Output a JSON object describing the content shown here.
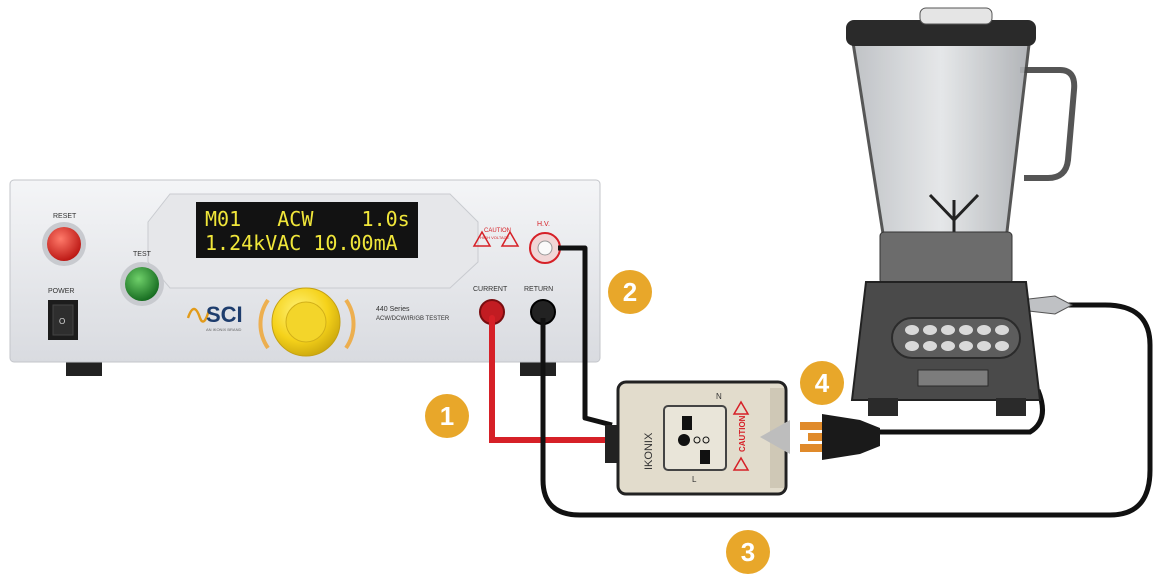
{
  "tester": {
    "display_line1": "M01   ACW    1.0s",
    "display_line2": "1.24kVAC 10.00mA",
    "reset_label": "RESET",
    "test_label": "TEST",
    "power_label": "POWER",
    "current_label": "CURRENT",
    "return_label": "RETURN",
    "hv_label": "H.V.",
    "brand": "SCI",
    "brand_sub": "AN IKONIX BRAND",
    "series": "440 Series",
    "model_desc": "ACW/DCW/IR/GB TESTER",
    "caution": "CAUTION",
    "caution_sub": "HIGH VOLTAGE"
  },
  "adapter": {
    "brand": "IKONIX",
    "caution": "CAUTION",
    "n_label": "N",
    "l_label": "L"
  },
  "markers": [
    {
      "label": "1"
    },
    {
      "label": "2"
    },
    {
      "label": "3"
    },
    {
      "label": "4"
    }
  ],
  "colors": {
    "marker": "#e8a72a",
    "hv_lead": "#d62027",
    "return_lead": "#111111",
    "panel": "#eeeff2",
    "display_bg": "#121212",
    "display_text": "#f0e63a",
    "knob": "#f5d21a",
    "reset_button": "#d92020",
    "test_button": "#1f8a2a"
  }
}
